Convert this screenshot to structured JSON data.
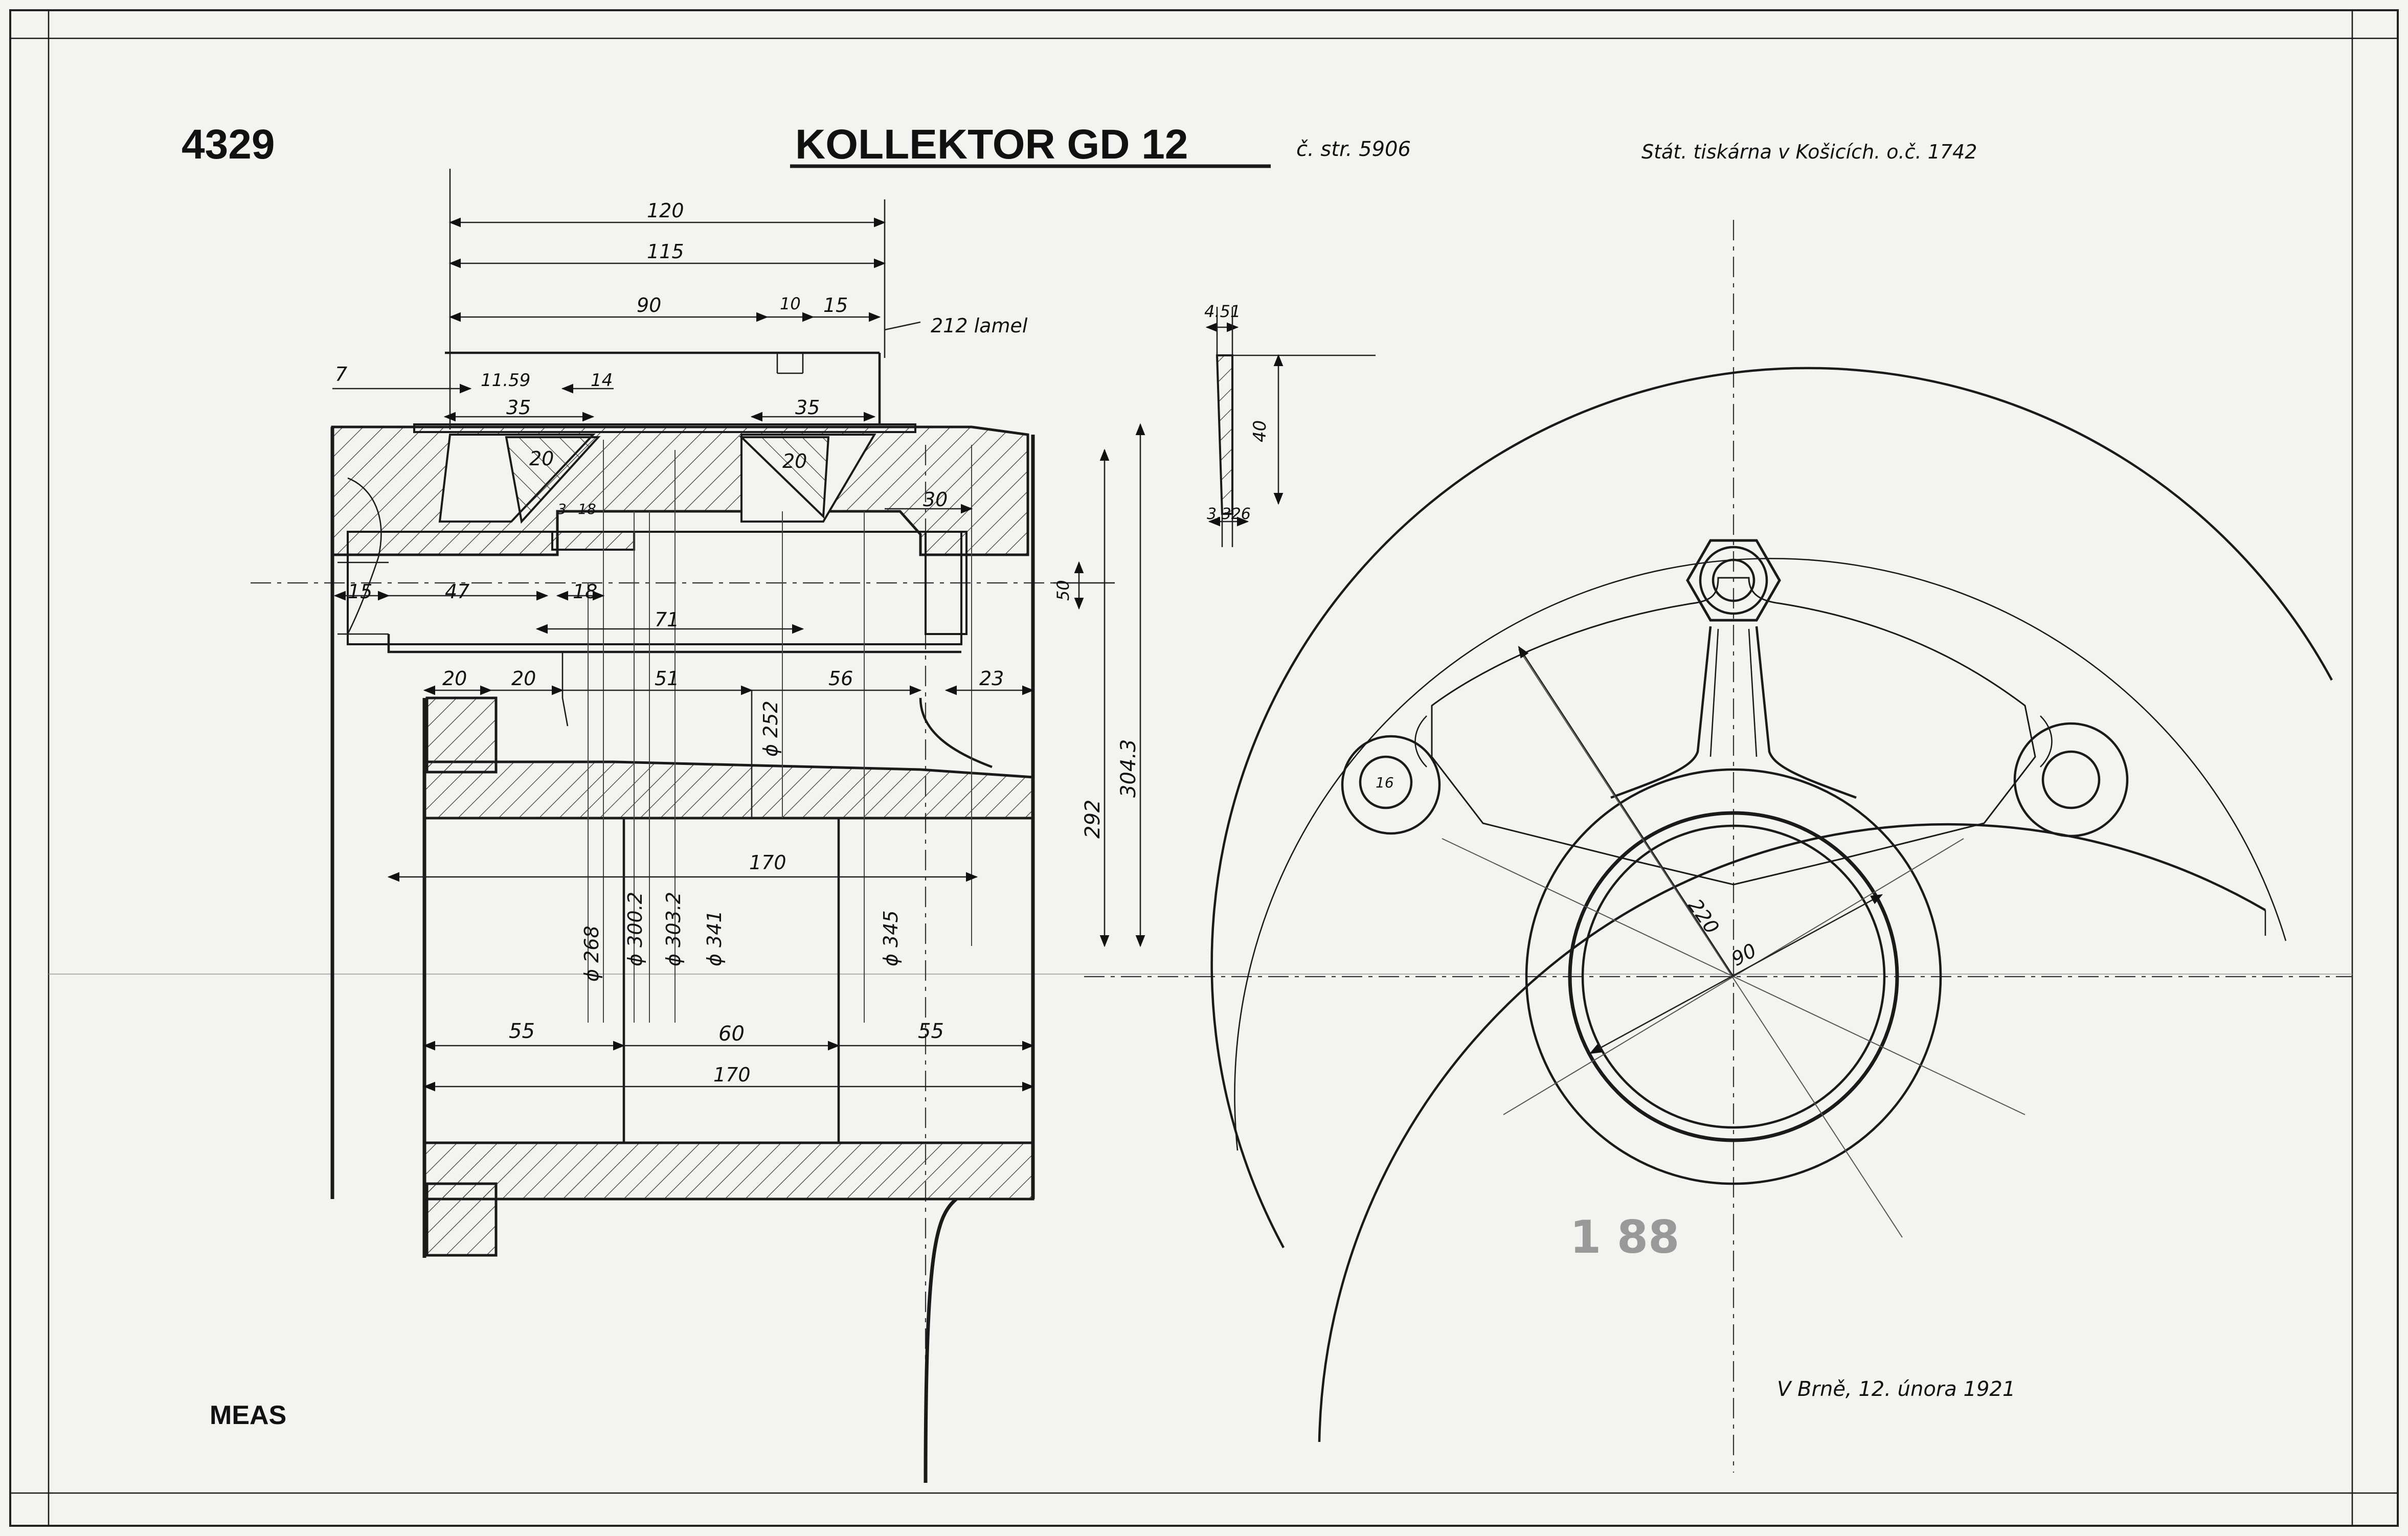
{
  "header": {
    "sheet_number": "4329",
    "title": "KOLLEKTOR GD 12",
    "reference": "č. str. 5906",
    "printer_note": "Stát. tiskárna v Košicích. o.č. 1742"
  },
  "footer": {
    "left_stamp": "MEAS",
    "date_signature": "V Brně, 12. února 1921",
    "faded_stamp": "1 88"
  },
  "annotations": {
    "lamel": "212 lamel"
  },
  "dimensions": {
    "d120": "120",
    "d115": "115",
    "d90": "90",
    "d10": "10",
    "d15a": "15",
    "d7": "7",
    "d1159": "11.59",
    "d14": "14",
    "d35a": "35",
    "d35b": "35",
    "d20a": "20",
    "d20b": "20",
    "d3": "3",
    "d18a": "18",
    "d30": "30",
    "d15b": "15",
    "d47": "47",
    "d18b": "18",
    "d71": "71",
    "d50": "50",
    "d20c": "20",
    "d20d": "20",
    "d51": "51",
    "d56": "56",
    "d23": "23",
    "d252": "ϕ 252",
    "d292": "292",
    "d3043": "304.3",
    "d170a": "170",
    "d268": "ϕ 268",
    "d3002": "ϕ 300.2",
    "d3032": "ϕ 303.2",
    "d341": "ϕ 341",
    "d345": "ϕ 345",
    "d55a": "55",
    "d60": "60",
    "d55b": "55",
    "d170b": "170",
    "d451": "4.51",
    "d40": "40",
    "d3326": "3.326",
    "d220": "220",
    "d90b": "90",
    "d16": "16"
  }
}
